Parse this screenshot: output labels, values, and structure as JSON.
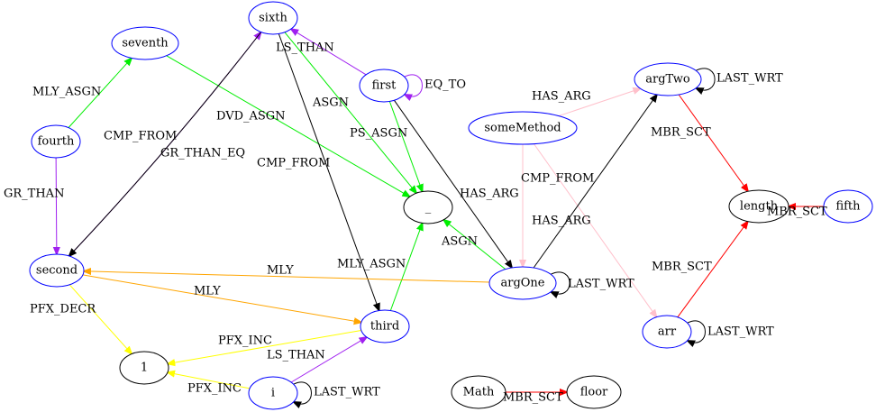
{
  "nodes": [
    {
      "id": "sixth",
      "label": "sixth",
      "border": "#0000ff"
    },
    {
      "id": "seventh",
      "label": "seventh",
      "border": "#0000ff"
    },
    {
      "id": "first",
      "label": "first",
      "border": "#0000ff"
    },
    {
      "id": "argTwo",
      "label": "argTwo",
      "border": "#0000ff"
    },
    {
      "id": "someMethod",
      "label": "someMethod",
      "border": "#0000ff"
    },
    {
      "id": "fourth",
      "label": "fourth",
      "border": "#0000ff"
    },
    {
      "id": "underscore",
      "label": "_",
      "border": "#000000"
    },
    {
      "id": "length",
      "label": "length",
      "border": "#000000"
    },
    {
      "id": "fifth",
      "label": "fifth",
      "border": "#0000ff"
    },
    {
      "id": "second",
      "label": "second",
      "border": "#0000ff"
    },
    {
      "id": "argOne",
      "label": "argOne",
      "border": "#0000ff"
    },
    {
      "id": "third",
      "label": "third",
      "border": "#0000ff"
    },
    {
      "id": "arr",
      "label": "arr",
      "border": "#0000ff"
    },
    {
      "id": "one",
      "label": "1",
      "border": "#000000"
    },
    {
      "id": "i",
      "label": "i",
      "border": "#0000ff"
    },
    {
      "id": "Math",
      "label": "Math",
      "border": "#000000"
    },
    {
      "id": "floor",
      "label": "floor",
      "border": "#000000"
    }
  ],
  "edges": [
    {
      "from": "fourth",
      "to": "seventh",
      "label": "MLY_ASGN",
      "color": "#00ee00"
    },
    {
      "from": "seventh",
      "to": "underscore",
      "label": "DVD_ASGN",
      "color": "#00ee00"
    },
    {
      "from": "fourth",
      "to": "second",
      "label": "GR_THAN",
      "color": "#a020f0"
    },
    {
      "from": "second",
      "to": "sixth",
      "label": "CMP_FROM",
      "color": "#a020f0"
    },
    {
      "from": "sixth",
      "to": "second",
      "label": "GR_THAN_EQ",
      "color": "#000000"
    },
    {
      "from": "first",
      "to": "sixth",
      "label": "LS_THAN",
      "color": "#a020f0"
    },
    {
      "from": "sixth",
      "to": "underscore",
      "label": "ASGN",
      "color": "#00ee00"
    },
    {
      "from": "sixth",
      "to": "third",
      "label": "CMP_FROM",
      "color": "#000000"
    },
    {
      "from": "first",
      "to": "first",
      "label": "EQ_TO",
      "color": "#a020f0"
    },
    {
      "from": "first",
      "to": "underscore",
      "label": "PS_ASGN",
      "color": "#00ee00"
    },
    {
      "from": "first",
      "to": "argOne",
      "label": "HAS_ARG",
      "color": "#000000"
    },
    {
      "from": "argOne",
      "to": "underscore",
      "label": "ASGN",
      "color": "#00ee00"
    },
    {
      "from": "third",
      "to": "underscore",
      "label": "MLY_ASGN",
      "color": "#00ee00"
    },
    {
      "from": "someMethod",
      "to": "argTwo",
      "label": "HAS_ARG",
      "color": "#ffc0cb"
    },
    {
      "from": "someMethod",
      "to": "argOne",
      "label": "CMP_FROM",
      "color": "#ffc0cb"
    },
    {
      "from": "someMethod",
      "to": "arr",
      "label": "HAS_ARG",
      "color": "#ffc0cb"
    },
    {
      "from": "argOne",
      "to": "argTwo",
      "label": "",
      "color": "#000000"
    },
    {
      "from": "argTwo",
      "to": "argTwo",
      "label": "LAST_WRT",
      "color": "#000000"
    },
    {
      "from": "argTwo",
      "to": "length",
      "label": "MBR_SCT",
      "color": "#ff0000"
    },
    {
      "from": "fifth",
      "to": "length",
      "label": "MBR_SCT",
      "color": "#ff0000"
    },
    {
      "from": "arr",
      "to": "length",
      "label": "MBR_SCT",
      "color": "#ff0000"
    },
    {
      "from": "argOne",
      "to": "second",
      "label": "MLY",
      "color": "#ffa500"
    },
    {
      "from": "argOne",
      "to": "argOne",
      "label": "LAST_WRT",
      "color": "#000000"
    },
    {
      "from": "second",
      "to": "third",
      "label": "MLY",
      "color": "#ffa500"
    },
    {
      "from": "second",
      "to": "one",
      "label": "PFX_DECR",
      "color": "#ffff00"
    },
    {
      "from": "third",
      "to": "one",
      "label": "PFX_INC",
      "color": "#ffff00"
    },
    {
      "from": "i",
      "to": "one",
      "label": "PFX_INC",
      "color": "#ffff00"
    },
    {
      "from": "i",
      "to": "third",
      "label": "LS_THAN",
      "color": "#a020f0"
    },
    {
      "from": "i",
      "to": "i",
      "label": "LAST_WRT",
      "color": "#000000"
    },
    {
      "from": "arr",
      "to": "arr",
      "label": "LAST_WRT",
      "color": "#000000"
    },
    {
      "from": "Math",
      "to": "floor",
      "label": "MBR_SCT",
      "color": "#ff0000"
    }
  ]
}
